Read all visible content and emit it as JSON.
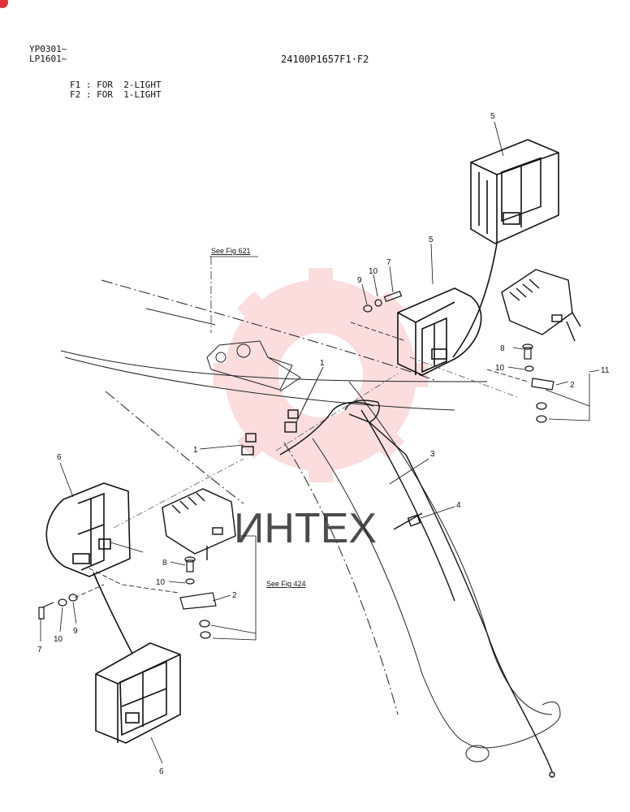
{
  "header": {
    "serial_line_1": "YP0301~",
    "serial_line_2": "LP1601~",
    "drawing_code": "24100P1657F1·F2",
    "legend_f1": "F1 : FOR  2-LIGHT",
    "legend_f2": "F2 : FOR  1-LIGHT"
  },
  "references": {
    "fig_621": "See Fig 621",
    "fig_424": "See Fig 424"
  },
  "watermark": {
    "text": "ИНТЕХ",
    "color": "#e8333a"
  },
  "callouts": {
    "c1a": "1",
    "c1b": "1",
    "c2a": "2",
    "c2b": "2",
    "c3": "3",
    "c4": "4",
    "c5a": "5",
    "c5b": "5",
    "c6a": "6",
    "c6b": "6",
    "c7a": "7",
    "c7b": "7",
    "c8a": "8",
    "c8b": "8",
    "c9a": "9",
    "c9b": "9",
    "c10a": "10",
    "c10b": "10",
    "c10c": "10",
    "c11": "11"
  }
}
